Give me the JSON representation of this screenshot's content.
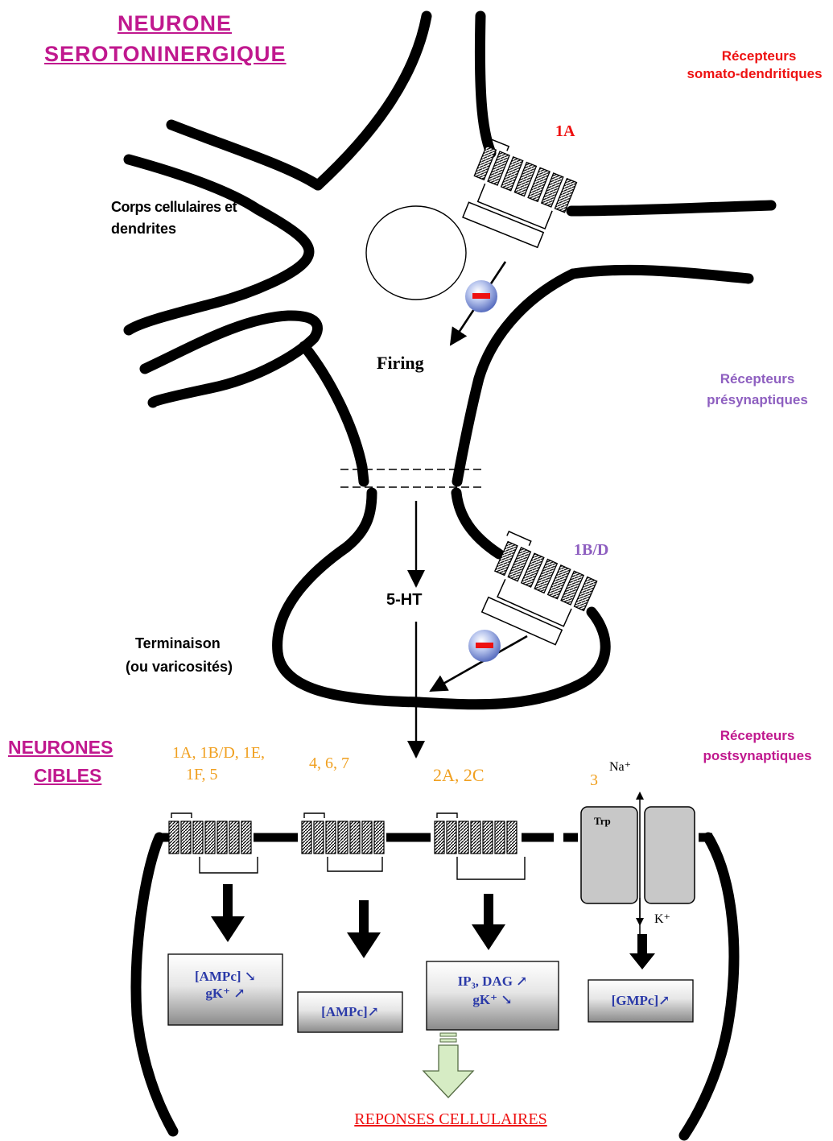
{
  "titles": {
    "presyn_neuron_line1": "NEURONE",
    "presyn_neuron_line2": "SEROTONINERGIQUE",
    "target_neurons_line1": "NEURONES",
    "target_neurons_line2": "CIBLES"
  },
  "receptor_groups": {
    "somato_line1": "Récepteurs",
    "somato_line2": "somato-dendritiques",
    "presyn_line1": "Récepteurs",
    "presyn_line2": "présynaptiques",
    "postsyn_line1": "Récepteurs",
    "postsyn_line2": "postsynaptiques"
  },
  "compartments": {
    "soma_line1": "Corps cellulaires et",
    "soma_line2": "dendrites",
    "terminal_line1": "Terminaison",
    "terminal_line2": "(ou varicosités)"
  },
  "labels": {
    "firing": "Firing",
    "transmitter": "5-HT",
    "receptor_1a": "1A",
    "receptor_1bd": "1B/D",
    "group1_line1": "1A, 1B/D, 1E,",
    "group1_line2": "1F, 5",
    "group2": "4, 6, 7",
    "group3": "2A, 2C",
    "group4": "3",
    "channel_name": "Trp",
    "sodium": "Na⁺",
    "potassium": "K⁺"
  },
  "effects": {
    "box1_line1": "[AMPc] ↘",
    "box1_line2": "gK⁺ ↗",
    "box2_line1": "[AMPc]↗",
    "box3_line1": "IP₃, DAG ↗",
    "box3_line2": "gK⁺ ↘",
    "box4_line1": "[GMPc]↗"
  },
  "outcome": "REPONSES CELLULAIRES",
  "colors": {
    "title": "#c0188e",
    "somato": "#ee1111",
    "presyn": "#8e5fc0",
    "postsyn": "#c0188e",
    "receptor_numbers": "#f0a020",
    "effect_text": "#2b3aa8",
    "outcome_arrow": "#d6ecc4"
  }
}
